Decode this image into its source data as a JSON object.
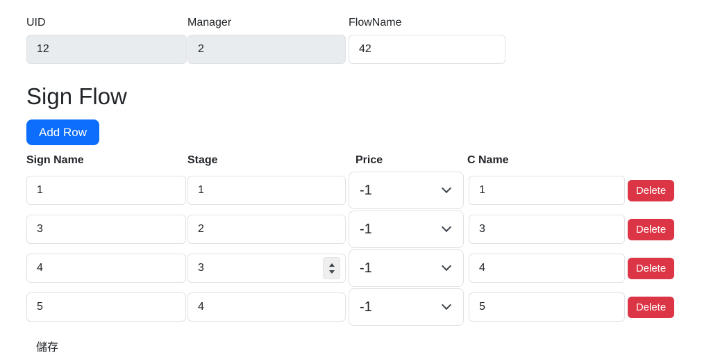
{
  "form": {
    "fields": {
      "uid": {
        "label": "UID",
        "value": "12"
      },
      "manager": {
        "label": "Manager",
        "value": "2"
      },
      "flowname": {
        "label": "FlowName",
        "value": "42"
      }
    }
  },
  "sign_flow": {
    "title": "Sign Flow",
    "add_row_label": "Add Row",
    "column_headers": [
      "Sign Name",
      "Stage",
      "Price",
      "C Name"
    ],
    "delete_label": "Delete",
    "save_label": "儲存",
    "rows": [
      {
        "sign_name": "1",
        "stage": "1",
        "price": "-1",
        "c_name": "1"
      },
      {
        "sign_name": "3",
        "stage": "2",
        "price": "-1",
        "c_name": "3"
      },
      {
        "sign_name": "4",
        "stage": "3",
        "price": "-1",
        "c_name": "4"
      },
      {
        "sign_name": "5",
        "stage": "4",
        "price": "-1",
        "c_name": "5"
      }
    ]
  },
  "colors": {
    "primary": "#0d6efd",
    "danger": "#dc3545",
    "disabled_bg": "#e9ecef",
    "input_border": "#dee2e6",
    "text": "#212529"
  }
}
